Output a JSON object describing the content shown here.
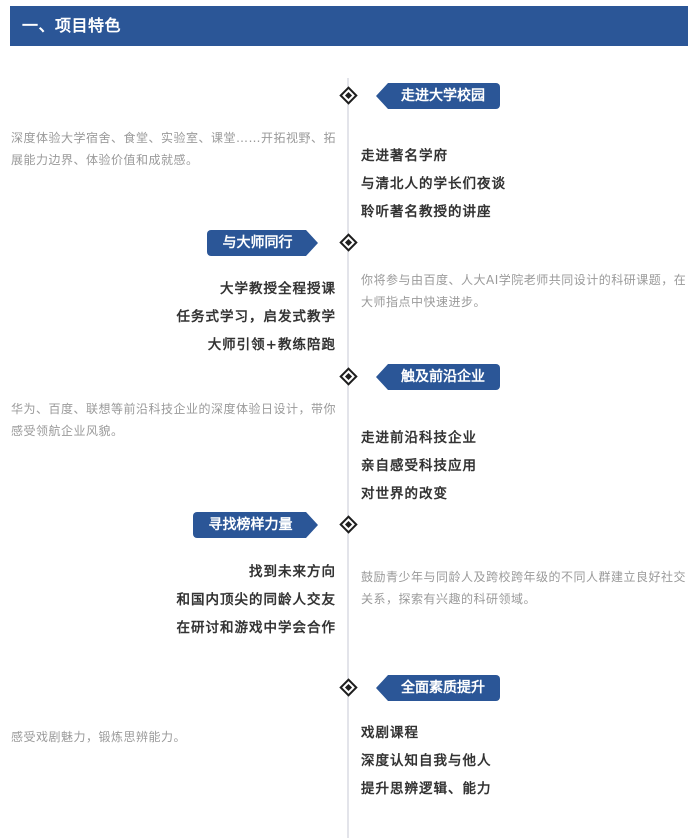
{
  "header": {
    "title": "一、项目特色"
  },
  "sections": [
    {
      "tag": "走进大学校园",
      "desc": "深度体验大学宿舍、食堂、实验室、课堂……开拓视野、拓展能力边界、体验价值和成就感。",
      "points": [
        "走进著名学府",
        "与清北人的学长们夜谈",
        "聆听著名教授的讲座"
      ]
    },
    {
      "tag": "与大师同行",
      "desc": "你将参与由百度、人大AI学院老师共同设计的科研课题，在大师指点中快速进步。",
      "points": [
        "大学教授全程授课",
        "任务式学习，启发式教学",
        "大师引领+教练陪跑"
      ]
    },
    {
      "tag": "触及前沿企业",
      "desc": "华为、百度、联想等前沿科技企业的深度体验日设计，带你感受领航企业风貌。",
      "points": [
        "走进前沿科技企业",
        "亲自感受科技应用",
        "对世界的改变"
      ]
    },
    {
      "tag": "寻找榜样力量",
      "desc": "鼓励青少年与同龄人及跨校跨年级的不同人群建立良好社交关系，探索有兴趣的科研领域。",
      "points": [
        "找到未来方向",
        "和国内顶尖的同龄人交友",
        "在研讨和游戏中学会合作"
      ]
    },
    {
      "tag": "全面素质提升",
      "desc": "感受戏剧魅力，锻炼思辨能力。",
      "points": [
        "戏剧课程",
        "深度认知自我与他人",
        "提升思辨逻辑、能力"
      ]
    }
  ]
}
